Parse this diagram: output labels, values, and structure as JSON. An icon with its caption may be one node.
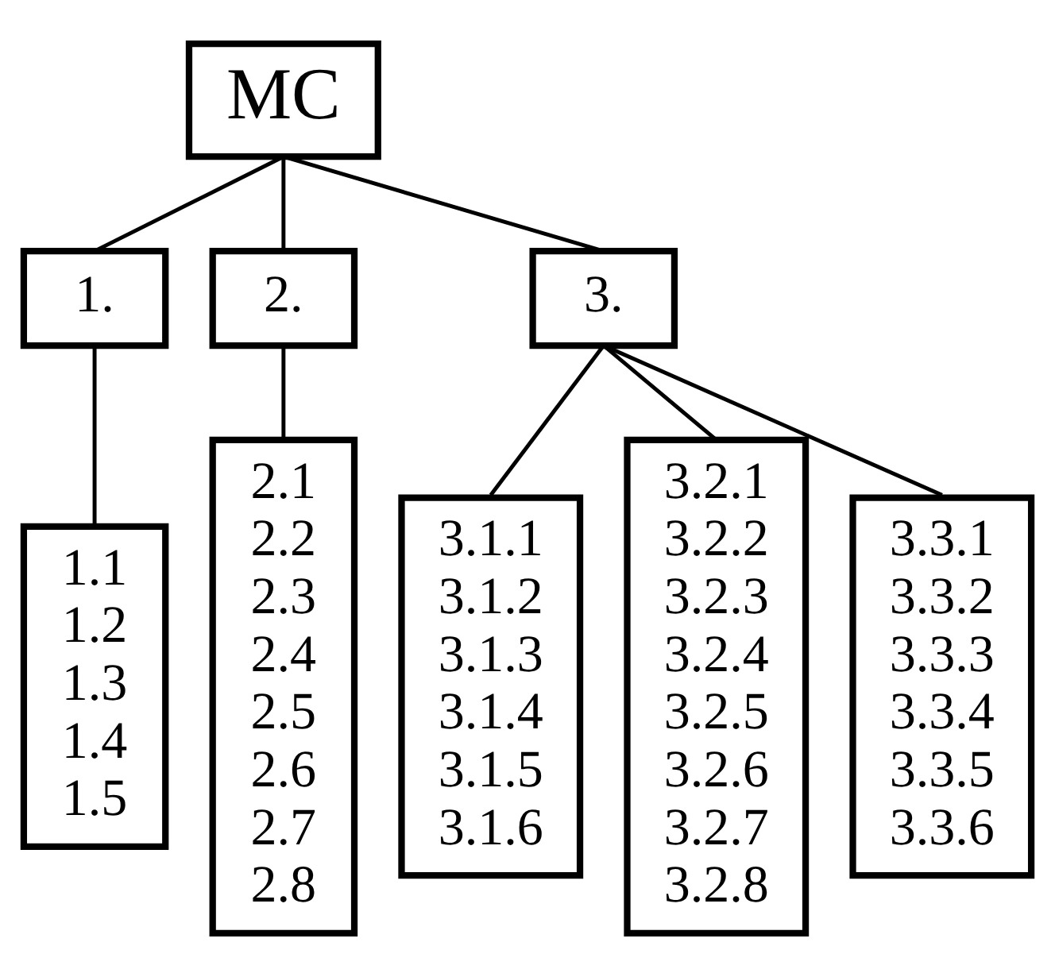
{
  "diagram": {
    "nodes": [
      {
        "text": [
          "MC"
        ]
      },
      {
        "text": [
          "1."
        ]
      },
      {
        "text": [
          "2."
        ]
      },
      {
        "text": [
          "3."
        ]
      },
      {
        "text": [
          "1.1",
          "1.2",
          "1.3",
          "1.4",
          "1.5"
        ]
      },
      {
        "text": [
          "2.1",
          "2.2",
          "2.3",
          "2.4",
          "2.5",
          "2.6",
          "2.7",
          "2.8"
        ]
      },
      {
        "text": [
          "3.1.1",
          "3.1.2",
          "3.1.3",
          "3.1.4",
          "3.1.5",
          "3.1.6"
        ]
      },
      {
        "text": [
          "3.2.1",
          "3.2.2",
          "3.2.3",
          "3.2.4",
          "3.2.5",
          "3.2.6",
          "3.2.7",
          "3.2.8"
        ]
      },
      {
        "text": [
          "3.3.1",
          "3.3.2",
          "3.3.3",
          "3.3.4",
          "3.3.5",
          "3.3.6"
        ]
      }
    ],
    "edges": [
      {
        "from": 0,
        "to": 1,
        "arrow": "none"
      },
      {
        "from": 0,
        "to": 2,
        "arrow": "none"
      },
      {
        "from": 0,
        "to": 3,
        "arrow": "none"
      },
      {
        "from": 1,
        "to": 4,
        "arrow": "none"
      },
      {
        "from": 2,
        "to": 5,
        "arrow": "none"
      },
      {
        "from": 3,
        "to": 6,
        "arrow": "none"
      },
      {
        "from": 3,
        "to": 7,
        "arrow": "none"
      },
      {
        "from": 3,
        "to": 8,
        "arrow": "none"
      }
    ]
  }
}
